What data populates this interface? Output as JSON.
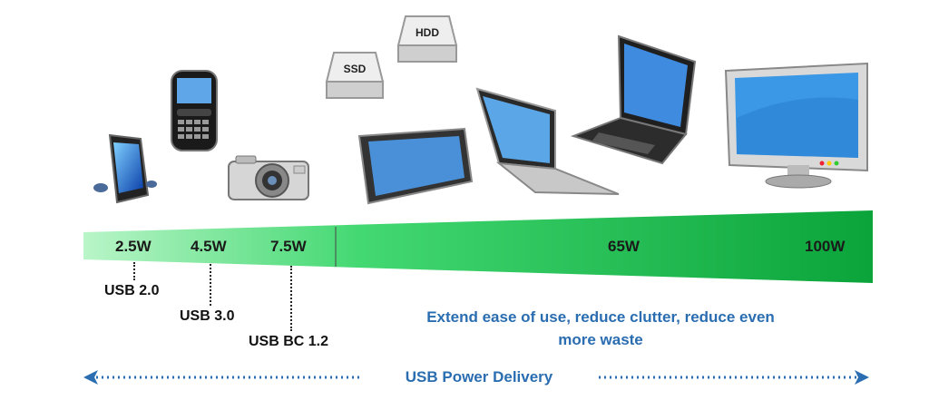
{
  "devices": {
    "ssd_label": "SSD",
    "hdd_label": "HDD"
  },
  "power_levels": [
    "2.5W",
    "4.5W",
    "7.5W",
    "65W",
    "100W"
  ],
  "usb_specs": [
    "USB 2.0",
    "USB 3.0",
    "USB BC 1.2"
  ],
  "caption": {
    "line1": "Extend ease of use, reduce clutter, reduce even",
    "line2": "more waste"
  },
  "footer": {
    "label": "USB Power Delivery"
  },
  "colors": {
    "green_light": "#b9f5c8",
    "green_dark": "#0aa43a",
    "blue": "#2a6db0"
  }
}
